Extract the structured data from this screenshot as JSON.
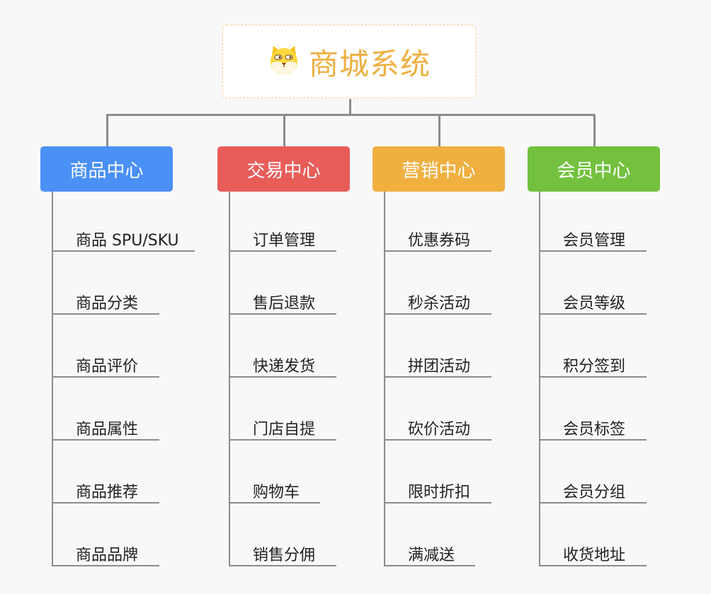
{
  "title": {
    "text": "商城系统",
    "icon": "shiba-dog-icon",
    "color": "#eeb042"
  },
  "columns": [
    {
      "label": "商品中心",
      "color": "#4a90f5",
      "items": [
        "商品 SPU/SKU",
        "商品分类",
        "商品评价",
        "商品属性",
        "商品推荐",
        "商品品牌"
      ]
    },
    {
      "label": "交易中心",
      "color": "#e85d5a",
      "items": [
        "订单管理",
        "售后退款",
        "快递发货",
        "门店自提",
        "购物车",
        "销售分佣"
      ]
    },
    {
      "label": "营销中心",
      "color": "#efb040",
      "items": [
        "优惠券码",
        "秒杀活动",
        "拼团活动",
        "砍价活动",
        "限时折扣",
        "满减送"
      ]
    },
    {
      "label": "会员中心",
      "color": "#73c13e",
      "items": [
        "会员管理",
        "会员等级",
        "积分签到",
        "会员标签",
        "会员分组",
        "收货地址"
      ]
    }
  ]
}
